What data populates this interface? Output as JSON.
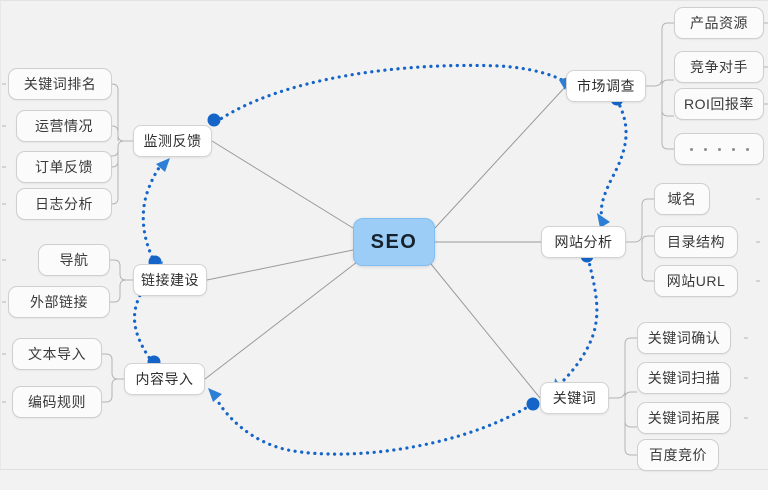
{
  "diagram": {
    "title": "SEO",
    "center": {
      "label": "SEO",
      "color": "#9ccdf7"
    },
    "flow_color": "#1565c9",
    "link_color": "#9a9a9a",
    "branches": [
      {
        "id": "monitor-feedback",
        "label": "监测反馈",
        "children": [
          {
            "label": "关键词排名"
          },
          {
            "label": "运营情况"
          },
          {
            "label": "订单反馈"
          },
          {
            "label": "日志分析"
          }
        ]
      },
      {
        "id": "link-building",
        "label": "链接建设",
        "children": [
          {
            "label": "导航"
          },
          {
            "label": "外部链接"
          }
        ]
      },
      {
        "id": "content-import",
        "label": "内容导入",
        "children": [
          {
            "label": "文本导入"
          },
          {
            "label": "编码规则"
          }
        ]
      },
      {
        "id": "market-research",
        "label": "市场调查",
        "children": [
          {
            "label": "产品资源"
          },
          {
            "label": "竞争对手"
          },
          {
            "label": "ROI回报率"
          },
          {
            "label": "• • • • •"
          }
        ]
      },
      {
        "id": "site-analysis",
        "label": "网站分析",
        "children": [
          {
            "label": "域名"
          },
          {
            "label": "目录结构"
          },
          {
            "label": "网站URL"
          }
        ]
      },
      {
        "id": "keywords",
        "label": "关键词",
        "children": [
          {
            "label": "关键词确认"
          },
          {
            "label": "关键词扫描"
          },
          {
            "label": "关键词拓展"
          },
          {
            "label": "百度竞价"
          }
        ]
      }
    ],
    "flow_sequence": [
      {
        "from": "监测反馈",
        "to": "市场调查"
      },
      {
        "from": "市场调查",
        "to": "网站分析"
      },
      {
        "from": "网站分析",
        "to": "关键词"
      },
      {
        "from": "关键词",
        "to": "内容导入"
      },
      {
        "from": "内容导入",
        "to": "链接建设"
      },
      {
        "from": "链接建设",
        "to": "监测反馈"
      }
    ]
  }
}
